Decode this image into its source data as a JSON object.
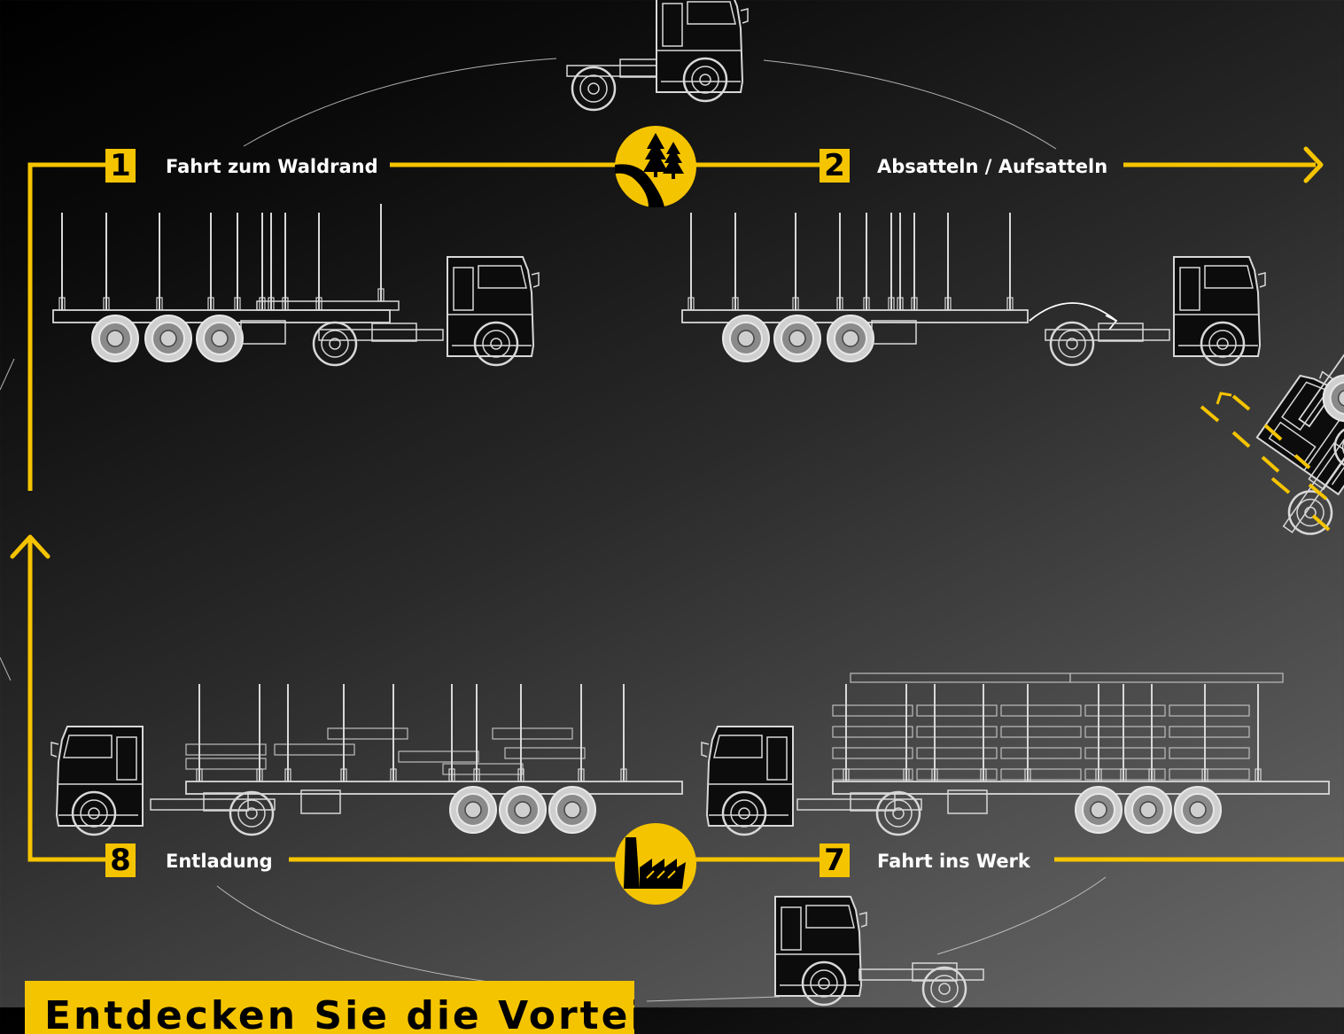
{
  "colors": {
    "accent": "#f5c400",
    "line_art": "#d8d8d8",
    "text": "#ffffff"
  },
  "steps": [
    {
      "number": "1",
      "label": "Fahrt zum Waldrand"
    },
    {
      "number": "2",
      "label": "Absatteln / Aufsatteln"
    },
    {
      "number": "7",
      "label": "Fahrt ins Werk"
    },
    {
      "number": "8",
      "label": "Entladung"
    }
  ],
  "icons": {
    "top": "forest-road-icon",
    "bottom": "factory-icon"
  },
  "cta": {
    "label": "Entdecken Sie die Vorteile"
  }
}
